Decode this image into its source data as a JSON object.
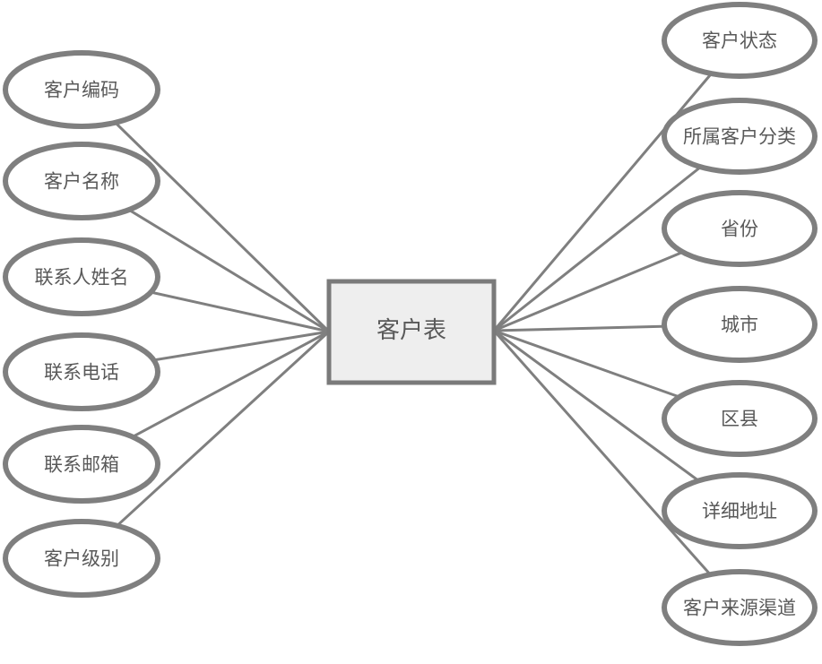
{
  "diagram": {
    "entity": {
      "label": "客户表"
    },
    "left_attributes": [
      {
        "label": "客户编码"
      },
      {
        "label": "客户名称"
      },
      {
        "label": "联系人姓名"
      },
      {
        "label": "联系电话"
      },
      {
        "label": "联系邮箱"
      },
      {
        "label": "客户级别"
      }
    ],
    "right_attributes": [
      {
        "label": "客户状态"
      },
      {
        "label": "所属客户分类"
      },
      {
        "label": "省份"
      },
      {
        "label": "城市"
      },
      {
        "label": "区县"
      },
      {
        "label": "详细地址"
      },
      {
        "label": "客户来源渠道"
      }
    ],
    "colors": {
      "shape_stroke": "#7f7f7f",
      "entity_fill": "#eeeeee",
      "ellipse_fill": "#ffffff",
      "text": "#595959",
      "background": "#ffffff"
    }
  }
}
